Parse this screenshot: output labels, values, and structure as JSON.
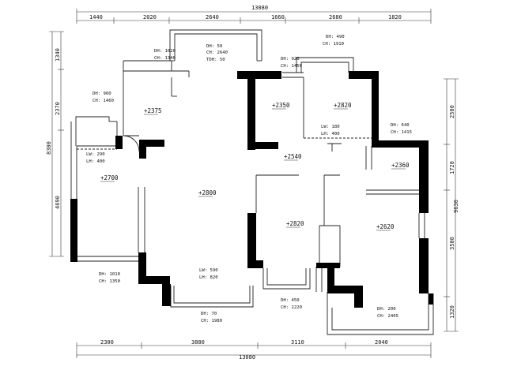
{
  "dimensions": {
    "top_total": "13080",
    "top": [
      "1440",
      "2020",
      "2640",
      "1660",
      "2680",
      "1820"
    ],
    "bottom_total": "13080",
    "bottom": [
      "2300",
      "3880",
      "3110",
      "2040"
    ],
    "left_total": "8300",
    "left": [
      "1340",
      "2370",
      "4690"
    ],
    "right_total": "9630",
    "right": [
      "2500",
      "1720",
      "3500",
      "1320"
    ]
  },
  "elevations": [
    "+2375",
    "+2350",
    "+2820",
    "+2540",
    "+2360",
    "+2700",
    "+2800",
    "+2820",
    "+2620"
  ],
  "openings": [
    {
      "a": "DH: 1020",
      "b": "CH: 1340"
    },
    {
      "a": "DH: 50",
      "b": "CH: 2640",
      "c": "TDH: 50"
    },
    {
      "a": "DH: 920",
      "b": "CH: 1450"
    },
    {
      "a": "DH: 490",
      "b": "CH: 1910"
    },
    {
      "a": "DH: 960",
      "b": "CH: 1460"
    },
    {
      "a": "DH: 640",
      "b": "CH: 1415"
    },
    {
      "a": "LW: 180",
      "b": "LH: 400"
    },
    {
      "a": "LW: 290",
      "b": "LH: 400"
    },
    {
      "a": "DH: 1010",
      "b": "CH: 1350"
    },
    {
      "a": "LW: 590",
      "b": "LH: 820"
    },
    {
      "a": "DH: 70",
      "b": "CH: 1980"
    },
    {
      "a": "DH: 450",
      "b": "CH: 2220"
    },
    {
      "a": "DH: 200",
      "b": "CH: 2405"
    }
  ]
}
